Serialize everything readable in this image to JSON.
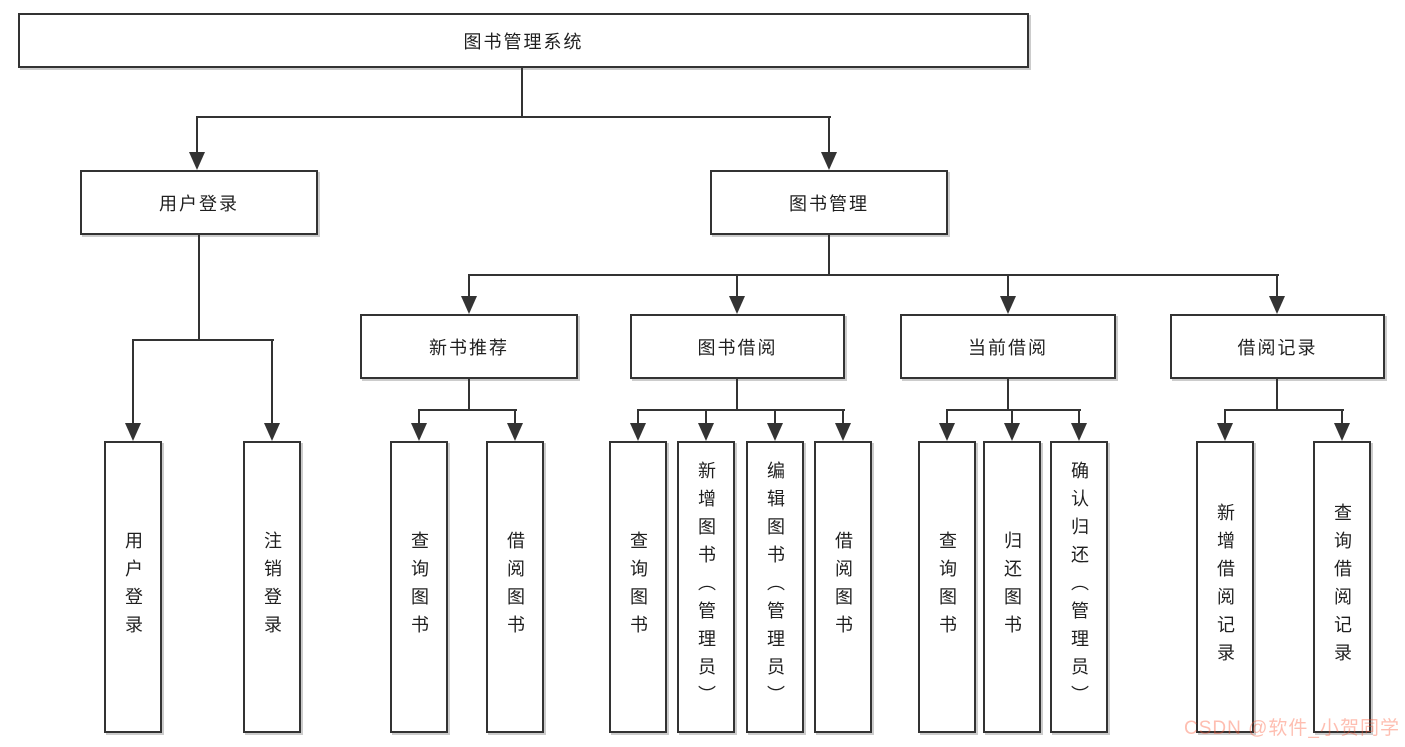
{
  "colors": {
    "line": "#333333",
    "text": "#1f1f1f",
    "background": "#ffffff",
    "watermark": "rgba(252,85,49,0.38)"
  },
  "diagram": {
    "root": "图书管理系统",
    "level1": [
      {
        "label": "用户登录"
      },
      {
        "label": "图书管理"
      }
    ],
    "level2": [
      {
        "label": "新书推荐"
      },
      {
        "label": "图书借阅"
      },
      {
        "label": "当前借阅"
      },
      {
        "label": "借阅记录"
      }
    ],
    "leafGroups": [
      {
        "parent": "用户登录",
        "items": [
          {
            "label": "用户登录"
          },
          {
            "label": "注销登录"
          }
        ]
      },
      {
        "parent": "新书推荐",
        "items": [
          {
            "label": "查询图书"
          },
          {
            "label": "借阅图书"
          }
        ]
      },
      {
        "parent": "图书借阅",
        "items": [
          {
            "label": "查询图书"
          },
          {
            "label": "新增图书（管理员）"
          },
          {
            "label": "编辑图书（管理员）"
          },
          {
            "label": "借阅图书"
          }
        ]
      },
      {
        "parent": "当前借阅",
        "items": [
          {
            "label": "查询图书"
          },
          {
            "label": "归还图书"
          },
          {
            "label": "确认归还（管理员）"
          }
        ]
      },
      {
        "parent": "借阅记录",
        "items": [
          {
            "label": "新增借阅记录"
          },
          {
            "label": "查询借阅记录"
          }
        ]
      }
    ]
  },
  "watermark": {
    "text": "CSDN @软件_小贺同学"
  }
}
